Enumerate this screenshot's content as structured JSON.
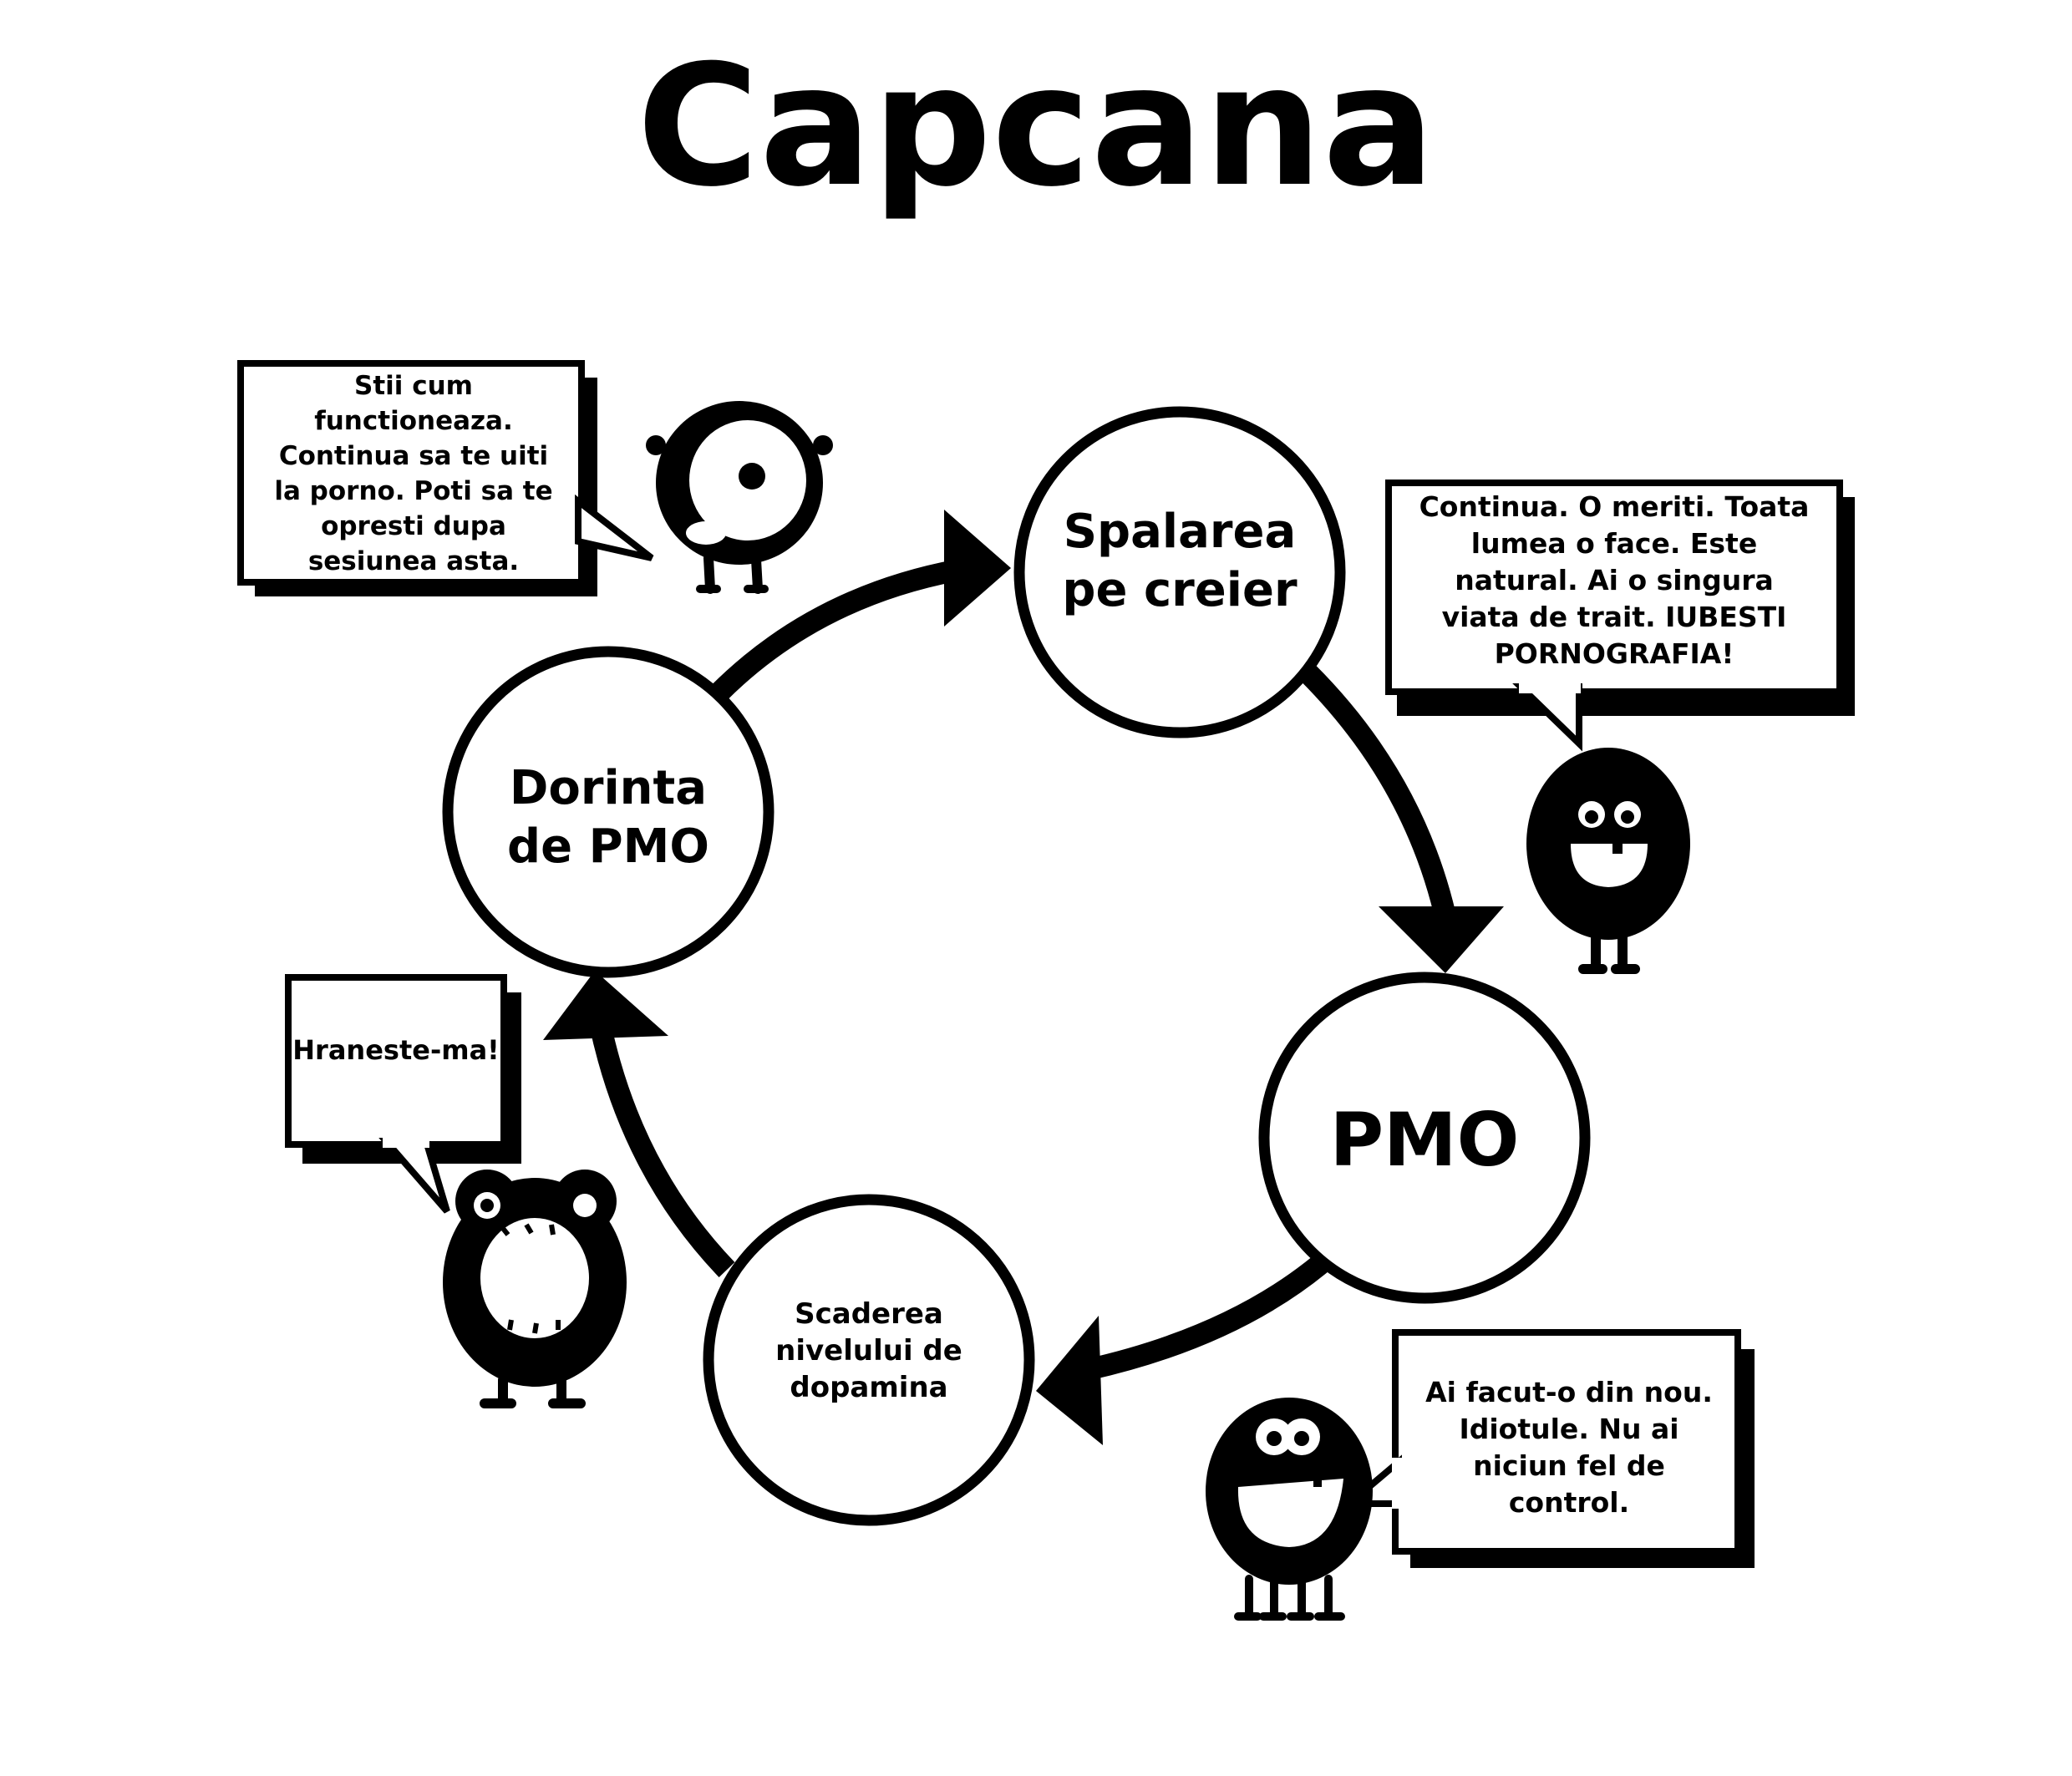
{
  "title": "Capcana",
  "nodes": {
    "spalarea": {
      "lines": [
        "Spalarea",
        "pe creier"
      ]
    },
    "pmo": {
      "lines": [
        "PMO"
      ]
    },
    "scaderea": {
      "lines": [
        "Scaderea",
        "nivelului de",
        "dopamina"
      ]
    },
    "dorinta": {
      "lines": [
        "Dorinta",
        "de PMO"
      ]
    }
  },
  "bubbles": {
    "top_left": {
      "lines": [
        "Stii cum",
        "functioneaza.",
        "Continua sa te uiti",
        "la porno. Poti sa te",
        "opresti dupa",
        "sesiunea asta."
      ]
    },
    "top_right": {
      "lines": [
        "Continua. O meriti. Toata",
        "lumea o face. Este",
        "natural. Ai o singura",
        "viata de trait. IUBESTI",
        "PORNOGRAFIA!"
      ]
    },
    "left": {
      "lines": [
        "Hraneste-ma!"
      ]
    },
    "bottom_right": {
      "lines": [
        "Ai facut-o din nou.",
        "Idiotule. Nu ai",
        "niciun fel de",
        "control."
      ]
    }
  },
  "colors": {
    "ink": "#000000",
    "paper": "#ffffff"
  }
}
